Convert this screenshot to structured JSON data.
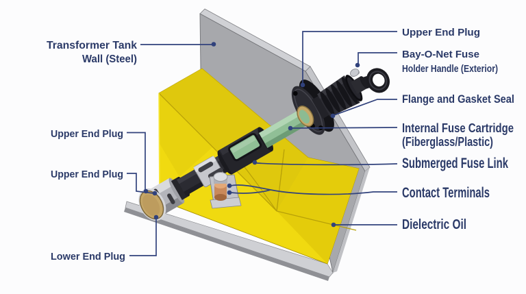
{
  "diagram": {
    "kind": "technical cutaway illustration",
    "labels": {
      "tank_wall": {
        "line1": "Transformer Tank",
        "line2": "Wall (Steel)"
      },
      "upper_end_plug_left_a": {
        "text": "Upper End Plug"
      },
      "upper_end_plug_left_b": {
        "text": "Upper End Plug"
      },
      "lower_end_plug": {
        "text": "Lower End Plug"
      },
      "upper_end_plug_right": {
        "text": "Upper End Plug"
      },
      "bayonet_handle": {
        "line1": "Bay-O-Net Fuse",
        "line2": "Holder Handle (Exterior)"
      },
      "flange_gasket": {
        "text": "Flange and Gasket Seal"
      },
      "fuse_cartridge": {
        "line1": "Internal Fuse Cartridge",
        "line2": "(Fiberglass/Plastic)"
      },
      "submerged_fuse_link": {
        "text": "Submerged Fuse Link"
      },
      "contact_terminals": {
        "text": "Contact Terminals"
      },
      "dielectric_oil": {
        "text": "Dielectric Oil"
      }
    },
    "colors": {
      "background": "#fcfcfd",
      "label_text": "#2b3a68",
      "leader_line": "#31427c",
      "tank_yellow": "#f0da10",
      "tank_yellow_interior": "#dfc80d",
      "tank_yellow_side": "#e4cc0b",
      "steel_wall_gray": "#a7a8ac",
      "steel_edge_light": "#d0d1d5",
      "base_gray_dark": "#8f9095",
      "cartridge_green": "#90bf96",
      "brass": "#c6a767",
      "copper_terminal": "#c9895b",
      "fuse_black": "#2b2b32",
      "clamp_silver": "#c6c7cd"
    }
  }
}
